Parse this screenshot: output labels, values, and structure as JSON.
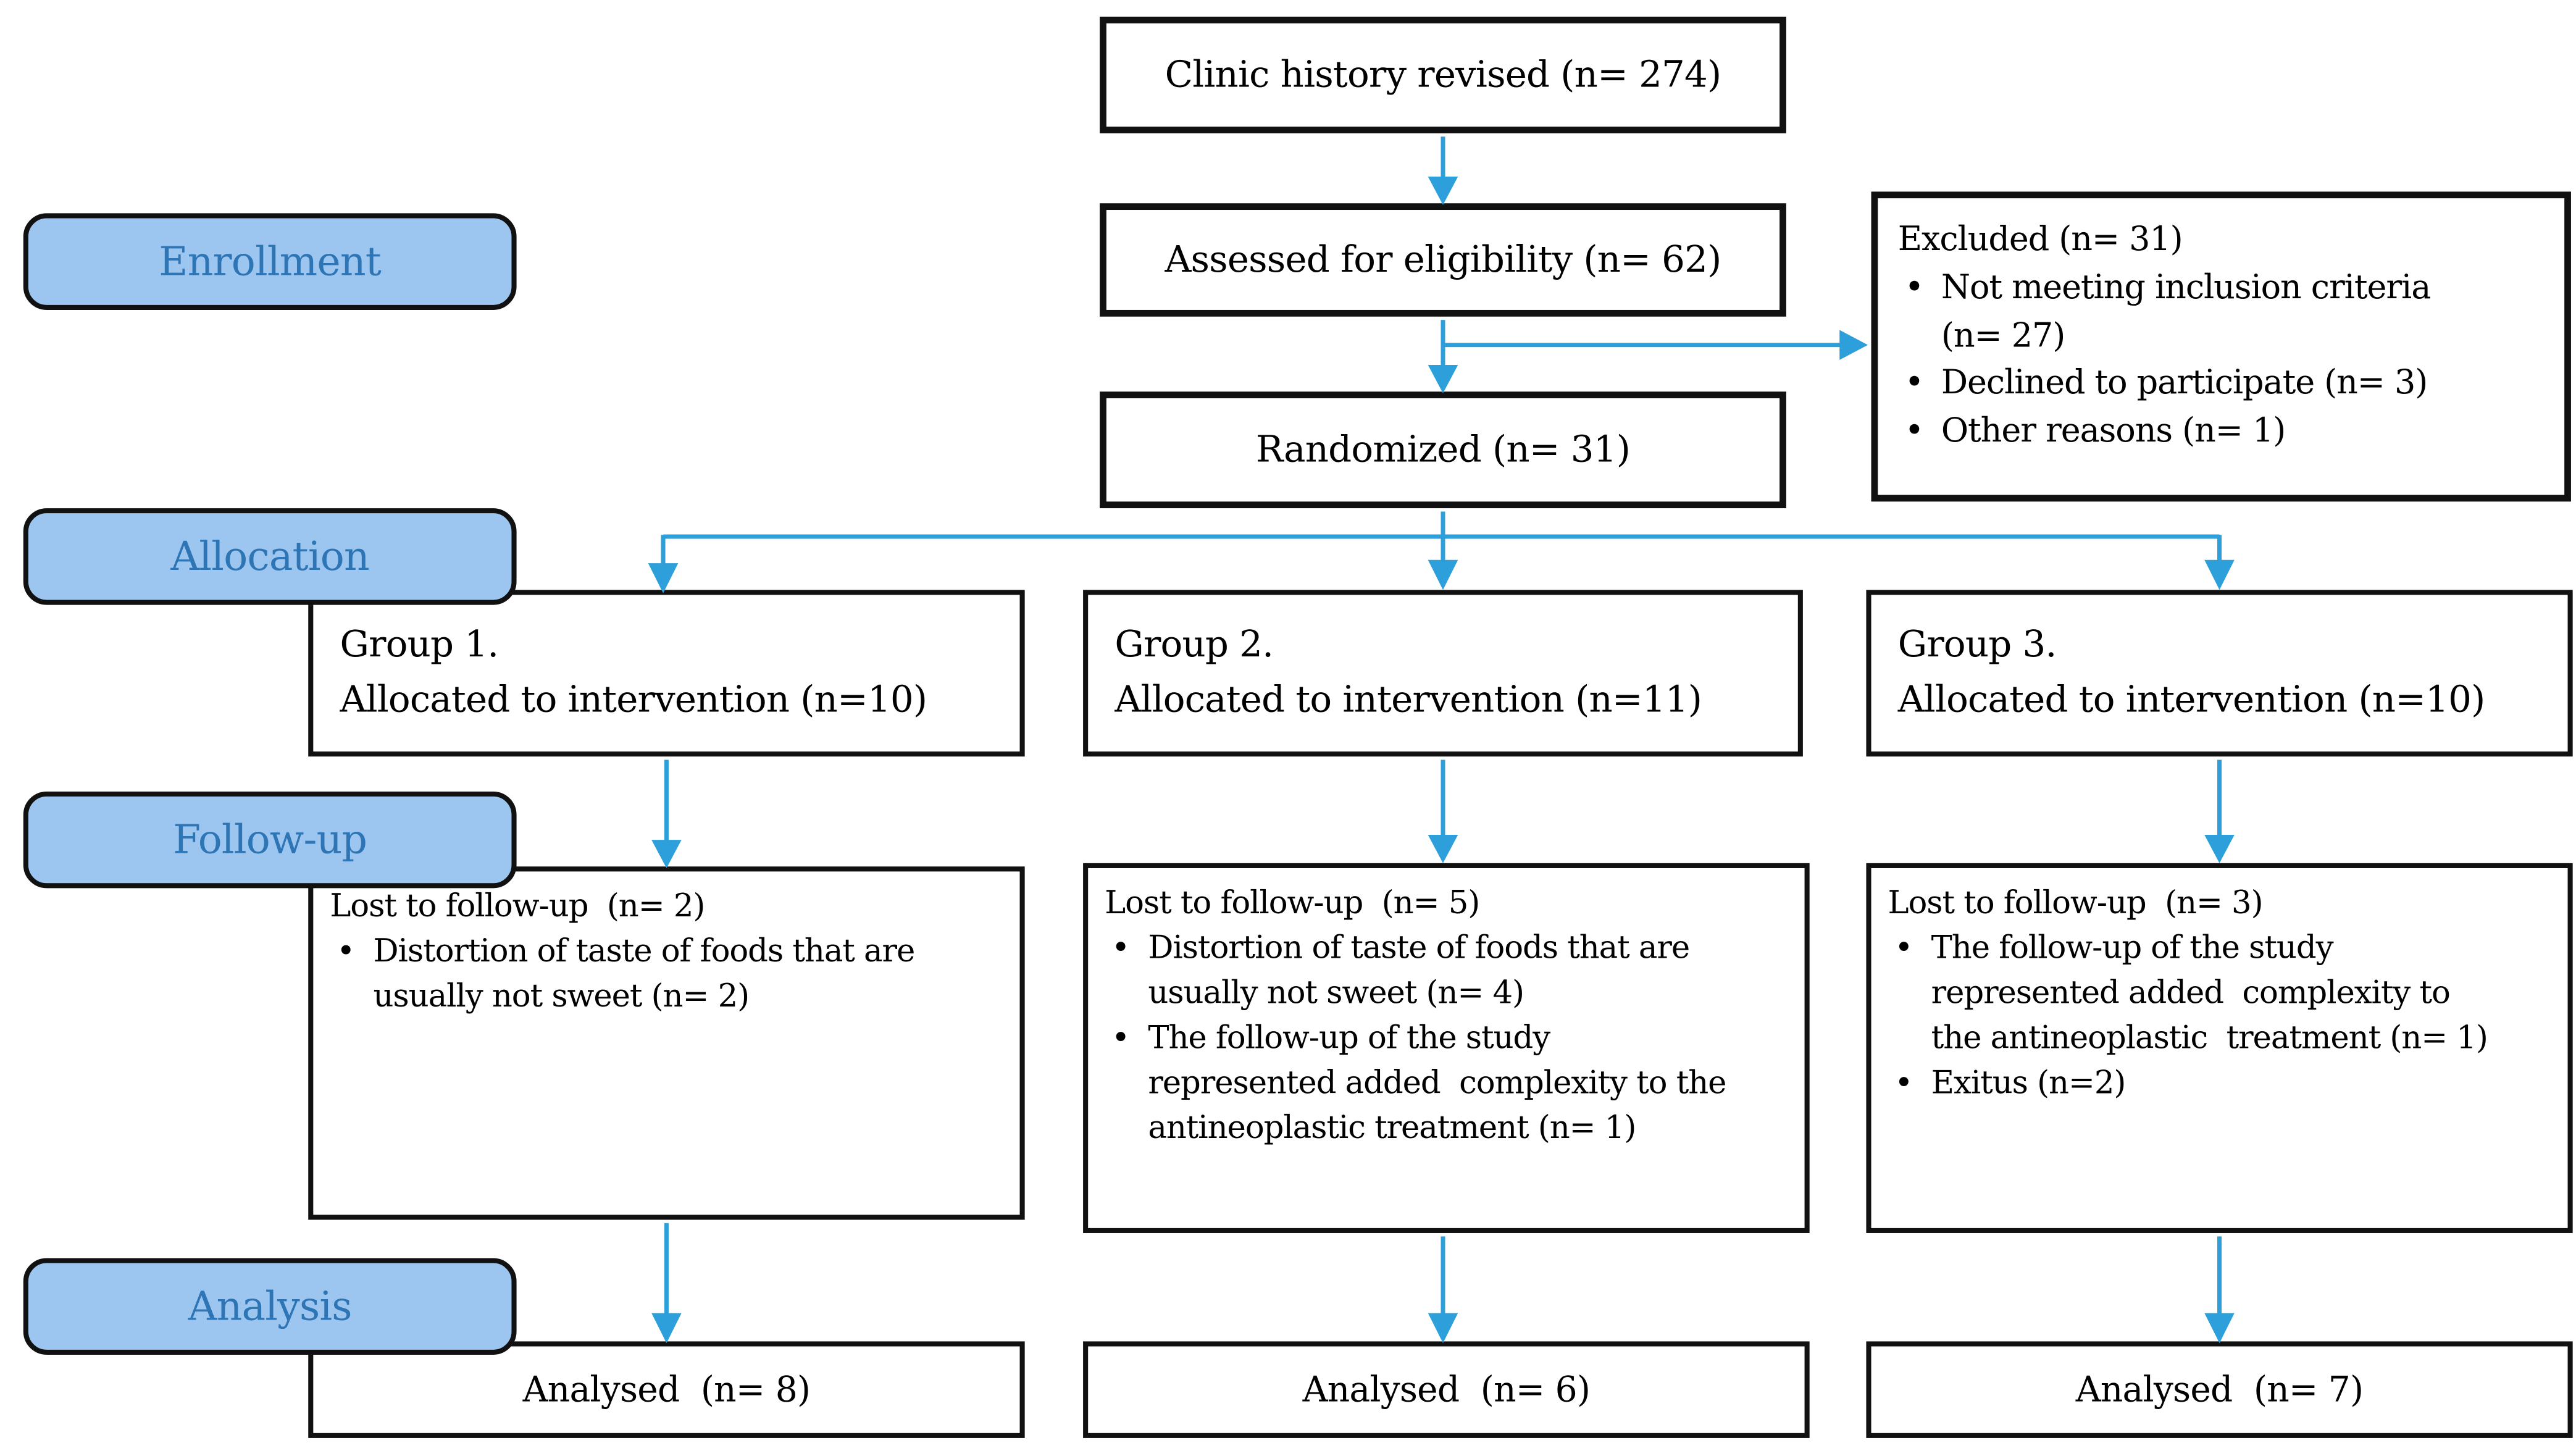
{
  "diagram": {
    "bullet_char": "•",
    "stage_labels": {
      "enrollment": "Enrollment",
      "allocation": "Allocation",
      "followup": "Follow-up",
      "analysis": "Analysis"
    },
    "clinic_history": "Clinic history revised (n= 274)",
    "assessed": "Assessed for eligibility (n= 62)",
    "excluded": {
      "title": "Excluded (n= 31)",
      "bullets": [
        "Not meeting inclusion criteria\n(n= 27)",
        "Declined to participate (n= 3)",
        "Other reasons (n= 1)"
      ]
    },
    "randomized": "Randomized (n= 31)",
    "groups": [
      {
        "allocation": "Group 1.\nAllocated to intervention (n=10)",
        "followup_title": "Lost to follow-up  (n= 2)",
        "followup_bullets": [
          "Distortion of taste of foods that are\nusually not sweet (n= 2)"
        ],
        "analysed": "Analysed  (n= 8)"
      },
      {
        "allocation": "Group 2.\nAllocated to intervention (n=11)",
        "followup_title": "Lost to follow-up  (n= 5)",
        "followup_bullets": [
          "Distortion of taste of foods that are\nusually not sweet (n= 4)",
          "The follow-up of the study\nrepresented added  complexity to the\nantineoplastic treatment (n= 1)"
        ],
        "analysed": "Analysed  (n= 6)"
      },
      {
        "allocation": "Group 3.\nAllocated to intervention (n=10)",
        "followup_title": "Lost to follow-up  (n= 3)",
        "followup_bullets": [
          "The follow-up of the study\nrepresented added  complexity to\nthe antineoplastic  treatment (n= 1)",
          "Exitus (n=2)"
        ],
        "analysed": "Analysed  (n= 7)"
      }
    ],
    "colors": {
      "arrow": "#2D9FDA",
      "label_fill": "#9CC6F0",
      "label_text": "#2E75B6",
      "box_border": "#111111"
    }
  }
}
